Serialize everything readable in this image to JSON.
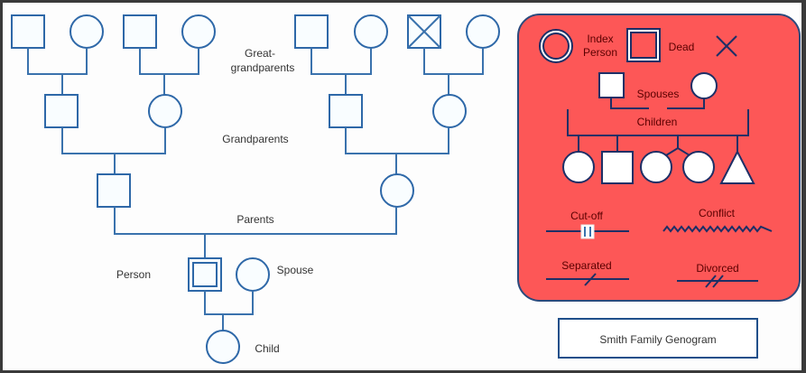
{
  "diagram": {
    "title": "Smith Family Genogram",
    "generation_labels": {
      "great_grandparents_line1": "Great-",
      "great_grandparents_line2": "grandparents",
      "grandparents": "Grandparents",
      "parents": "Parents",
      "person": "Person",
      "spouse": "Spouse",
      "child": "Child"
    },
    "members": [
      {
        "id": "ggp1",
        "generation": "great-grandparents",
        "sex": "male",
        "status": "alive"
      },
      {
        "id": "ggp2",
        "generation": "great-grandparents",
        "sex": "female",
        "status": "alive"
      },
      {
        "id": "ggp3",
        "generation": "great-grandparents",
        "sex": "male",
        "status": "alive"
      },
      {
        "id": "ggp4",
        "generation": "great-grandparents",
        "sex": "female",
        "status": "alive"
      },
      {
        "id": "ggp5",
        "generation": "great-grandparents",
        "sex": "male",
        "status": "alive"
      },
      {
        "id": "ggp6",
        "generation": "great-grandparents",
        "sex": "female",
        "status": "alive"
      },
      {
        "id": "ggp7",
        "generation": "great-grandparents",
        "sex": "male",
        "status": "dead"
      },
      {
        "id": "ggp8",
        "generation": "great-grandparents",
        "sex": "female",
        "status": "alive"
      },
      {
        "id": "gp1",
        "generation": "grandparents",
        "sex": "male",
        "status": "alive"
      },
      {
        "id": "gp2",
        "generation": "grandparents",
        "sex": "female",
        "status": "alive"
      },
      {
        "id": "gp3",
        "generation": "grandparents",
        "sex": "male",
        "status": "alive"
      },
      {
        "id": "gp4",
        "generation": "grandparents",
        "sex": "female",
        "status": "alive"
      },
      {
        "id": "p1",
        "generation": "parents",
        "sex": "male",
        "status": "alive"
      },
      {
        "id": "p2",
        "generation": "parents",
        "sex": "female",
        "status": "alive"
      },
      {
        "id": "person",
        "generation": "person",
        "sex": "male",
        "status": "index"
      },
      {
        "id": "spouse",
        "generation": "person",
        "sex": "female",
        "status": "alive"
      },
      {
        "id": "child",
        "generation": "child",
        "sex": "female",
        "status": "alive"
      }
    ]
  },
  "legend": {
    "index_person_line1": "Index",
    "index_person_line2": "Person",
    "dead": "Dead",
    "spouses": "Spouses",
    "children": "Children",
    "cutoff": "Cut-off",
    "conflict": "Conflict",
    "separated": "Separated",
    "divorced": "Divorced",
    "colors": {
      "panel": "#fd5757",
      "line": "#1d2f66",
      "text": "#5a0000"
    }
  },
  "colors": {
    "diagram_line": "#3a72ad",
    "background": "#fdfdfd",
    "frame": "#3a3a3a"
  }
}
